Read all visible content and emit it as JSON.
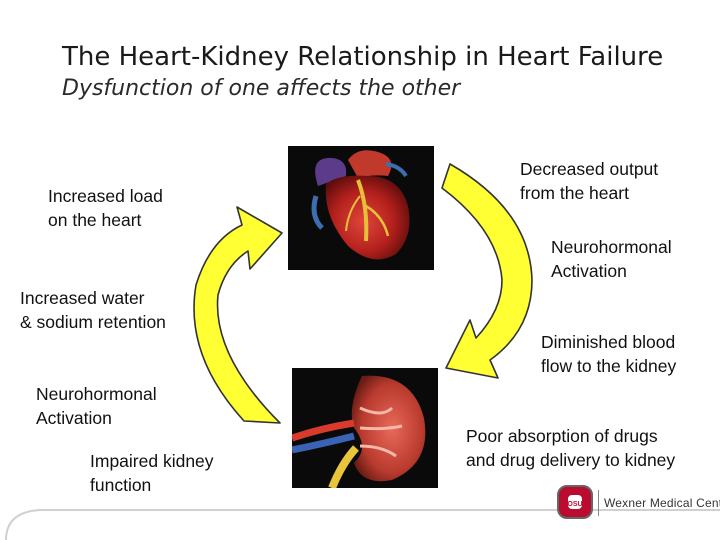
{
  "slide": {
    "title": "The Heart-Kidney Relationship in Heart Failure",
    "subtitle": "Dysfunction of one affects the other"
  },
  "labels": {
    "increased_load": "Increased load\non the heart",
    "decreased_output": "Decreased output\nfrom the heart",
    "neurohormonal_right": "Neurohormonal\nActivation",
    "increased_water": "Increased water\n& sodium retention",
    "diminished_flow": "Diminished blood\nflow to the kidney",
    "neurohormonal_left": "Neurohormonal\nActivation",
    "poor_absorption": "Poor absorption of drugs\nand drug delivery to kidney",
    "impaired_kidney": "Impaired kidney\nfunction"
  },
  "images": {
    "heart": "heart-illustration",
    "kidney": "kidney-illustration"
  },
  "logo": {
    "text": "Wexner Medical Center",
    "icon": "ohio-state-block-o-logo"
  },
  "colors": {
    "arrow_fill": "#FFFF33",
    "arrow_stroke": "#333333",
    "frame_curve": "#c8c8c8"
  }
}
